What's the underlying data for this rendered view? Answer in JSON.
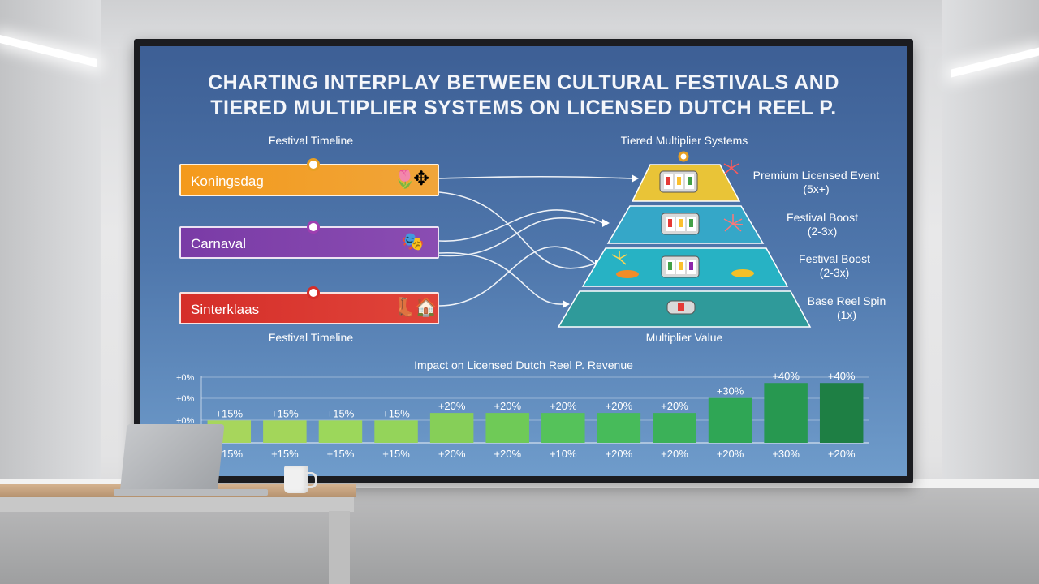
{
  "title_line1": "CHARTING INTERPLAY BETWEEN CULTURAL FESTIVALS AND",
  "title_line2": "TIERED MULTIPLIER SYSTEMS ON LICENSED DUTCH REEL P.",
  "festival_timeline_label_top": "Festival Timeline",
  "festival_timeline_label_bottom": "Festival Timeline",
  "tiered_label": "Tiered Multiplier Systems",
  "multiplier_value_label": "Multiplier Value",
  "festivals": [
    {
      "name": "Koningsdag",
      "color": "#f29a1f"
    },
    {
      "name": "Carnaval",
      "color": "#7b3fa8"
    },
    {
      "name": "Sinterklaas",
      "color": "#d8322b"
    }
  ],
  "tiers": [
    {
      "name": "Premium Licensed Event",
      "mult": "(5x+)",
      "color": "#e9c437"
    },
    {
      "name": "Festival Boost",
      "mult": "(2-3x)",
      "color": "#3aa6c4"
    },
    {
      "name": "Festival Boost",
      "mult": "(2-3x)",
      "color": "#2ab0c6"
    },
    {
      "name": "Base Reel Spin",
      "mult": "(1x)",
      "color": "#2f9b9b"
    }
  ],
  "chart_data": {
    "type": "bar",
    "title": "Impact on Licensed Dutch Reel P. Revenue",
    "y_tick_labels": [
      "+0%",
      "+0%",
      "+0%"
    ],
    "bar_labels": [
      "+15%",
      "+15%",
      "+15%",
      "+15%",
      "+20%",
      "+20%",
      "+20%",
      "+20%",
      "+20%",
      "+30%",
      "+40%",
      "+40%"
    ],
    "x_labels": [
      "+15%",
      "+15%",
      "+15%",
      "+15%",
      "+20%",
      "+20%",
      "+10%",
      "+20%",
      "+20%",
      "+20%",
      "+30%",
      "+20%"
    ],
    "values": [
      15,
      15,
      15,
      15,
      20,
      20,
      20,
      20,
      20,
      30,
      40,
      40
    ],
    "colors": [
      "#a7d65c",
      "#a3d65a",
      "#9cd75b",
      "#94d45a",
      "#86cf58",
      "#6fca57",
      "#55c25a",
      "#47bb5a",
      "#3bb158",
      "#2fa655",
      "#279850",
      "#1e7f44"
    ],
    "grid": true
  }
}
